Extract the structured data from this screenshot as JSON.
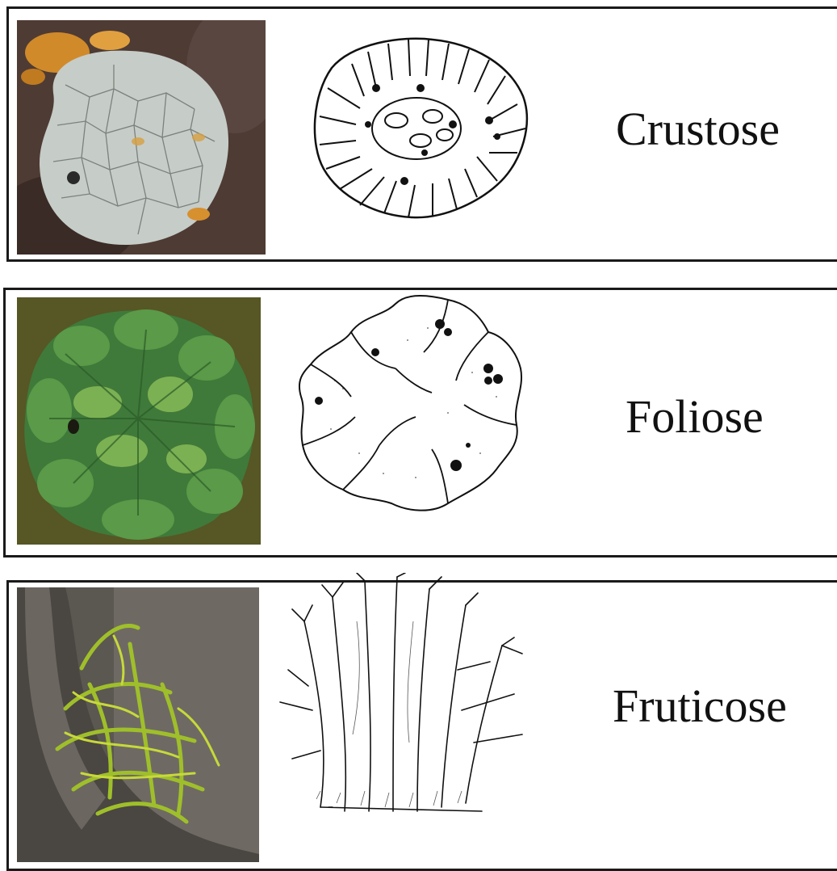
{
  "rows": [
    {
      "label": "Crustose"
    },
    {
      "label": "Foliose"
    },
    {
      "label": "Fruticose"
    }
  ]
}
